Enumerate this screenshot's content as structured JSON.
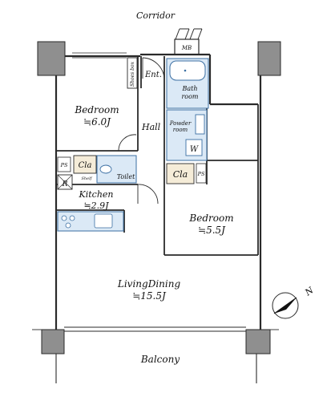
{
  "labels": {
    "corridor": "Corridor",
    "mb": "MB",
    "shoes_box": "Shoes box",
    "entrance": "Ent.",
    "bath_room_line1": "Bath",
    "bath_room_line2": "room",
    "bedroom1_name": "Bedroom",
    "bedroom1_size": "≒6.0J",
    "hall": "Hall",
    "powder_room_line1": "Powder",
    "powder_room_line2": "room",
    "washer": "W",
    "ps_left": "PS",
    "closet_left": "Cla",
    "shelf": "Shelf",
    "toilet": "Toilet",
    "refrigerator": "R",
    "kitchen_name": "Kitchen",
    "kitchen_size": "≒2.9J",
    "closet_right": "Cla",
    "ps_right": "PS",
    "bedroom2_name": "Bedroom",
    "bedroom2_size": "≒5.5J",
    "living_name": "LivingDining",
    "living_size": "≒15.5J",
    "balcony": "Balcony",
    "north": "N"
  },
  "colors": {
    "wall": "#2a2a2a",
    "column_fill": "#8f8f8f",
    "wet_area_fill": "#dbe9f6",
    "wet_area_stroke": "#3b6fa3",
    "closet_fill": "#f5ecd8"
  }
}
